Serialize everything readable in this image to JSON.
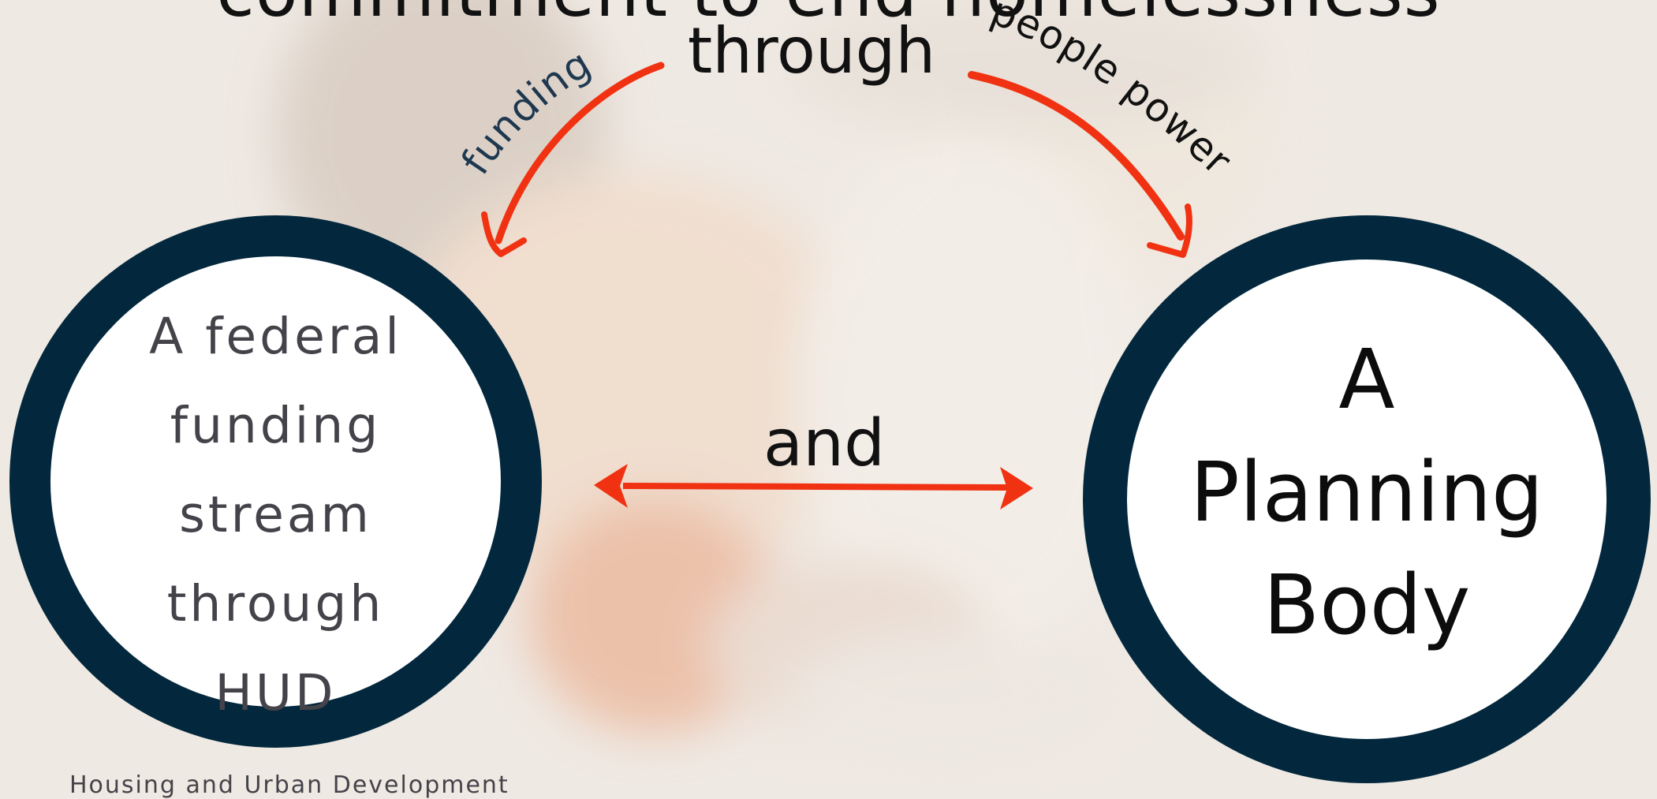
{
  "title": {
    "line1": "commitment to end homelessness",
    "line2": "through"
  },
  "connectors": {
    "left_arrow_label": "funding",
    "right_arrow_label": "people power",
    "middle_label": "and"
  },
  "left_circle": {
    "lines": [
      "A federal",
      "funding",
      "stream",
      "through",
      "HUD"
    ]
  },
  "right_circle": {
    "lines": [
      "A",
      "Planning",
      "Body"
    ]
  },
  "footnote": "Housing and Urban Development",
  "colors": {
    "accent_red": "#f03212",
    "circle_border": "#03283d",
    "label_blue": "#1e3850"
  }
}
